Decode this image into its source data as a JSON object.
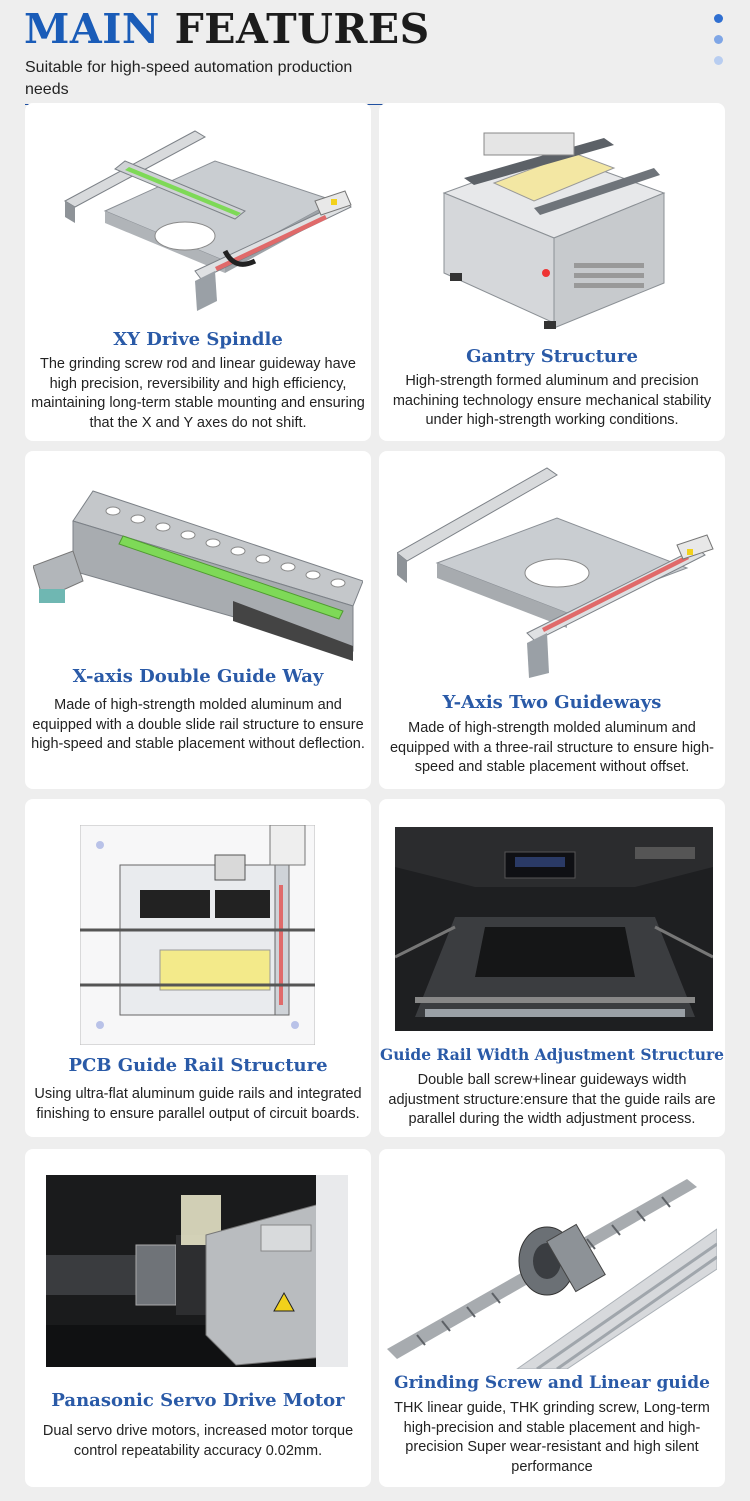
{
  "header": {
    "title_word1": "MAIN",
    "title_word2": "FEATURES",
    "subtitle": "Suitable for high-speed automation production needs"
  },
  "colors": {
    "accent": "#1a5cb8",
    "card_title": "#2a5aa7",
    "background": "#eeeeee",
    "dots": [
      "#2f6fd1",
      "#7fa6e6",
      "#b8cdf0"
    ]
  },
  "features": [
    {
      "title": "XY Drive Spindle",
      "text": "The grinding screw rod and linear guideway have high precision, reversibility and high efficiency, maintaining long-term stable mounting and ensuring that the X and Y axes do not shift.",
      "image": "xy-drive-spindle-render"
    },
    {
      "title": "Gantry Structure",
      "text": "High-strength formed aluminum and precision machining technology ensure mechanical stability under high-strength working conditions.",
      "image": "gantry-machine-render"
    },
    {
      "title": "X-axis Double Guide Way",
      "text": "Made of high-strength molded aluminum and equipped with a double slide rail structure to ensure high-speed and stable placement without deflection.",
      "image": "x-axis-guide-beam-render"
    },
    {
      "title": "Y-Axis Two Guideways",
      "text": "Made of high-strength molded aluminum and equipped with a three-rail structure to ensure high-speed and stable placement without offset.",
      "image": "y-axis-frame-render"
    },
    {
      "title": "PCB Guide Rail Structure",
      "text": "Using ultra-flat aluminum guide rails and integrated finishing to ensure parallel output of circuit boards.",
      "image": "pcb-rail-top-view-drawing"
    },
    {
      "title": "Guide Rail Width Adjustment Structure",
      "text": "Double ball screw+linear guideways width adjustment structure:ensure that the guide rails are parallel during the width adjustment process.",
      "image": "machine-interior-photo"
    },
    {
      "title": "Panasonic Servo Drive Motor",
      "text": "Dual servo drive motors, increased motor torque control repeatability accuracy 0.02mm.",
      "image": "servo-motor-photo"
    },
    {
      "title": "Grinding Screw and Linear guide",
      "text": "THK linear guide, THK grinding screw, Long-term high-precision and stable placement and high-precision Super wear-resistant and high silent performance",
      "image": "ball-screw-linear-guide-render"
    }
  ]
}
